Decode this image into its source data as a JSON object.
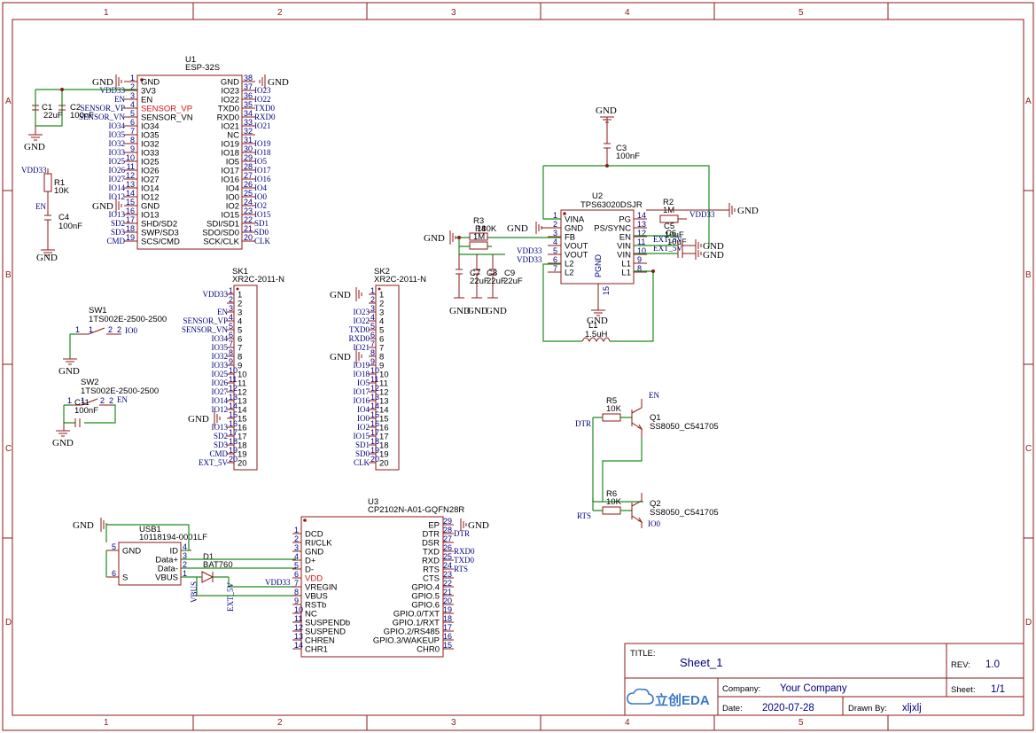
{
  "title_block": {
    "title_label": "TITLE:",
    "title": "Sheet_1",
    "rev_label": "REV:",
    "rev": "1.0",
    "company_label": "Company:",
    "company": "Your Company",
    "sheet_label": "Sheet:",
    "sheet": "1/1",
    "date_label": "Date:",
    "date": "2020-07-28",
    "drawn_label": "Drawn By:",
    "drawn_by": "xljxlj",
    "logo_text": "立创EDA"
  },
  "frame": {
    "cols": [
      "1",
      "2",
      "3",
      "4",
      "5"
    ],
    "rows": [
      "A",
      "B",
      "C",
      "D"
    ]
  },
  "gnd_label": "GND",
  "u1": {
    "ref": "U1",
    "value": "ESP-32S",
    "left_pins": [
      {
        "n": "1",
        "name": "GND",
        "net": ""
      },
      {
        "n": "2",
        "name": "3V3",
        "net": "VDD33"
      },
      {
        "n": "3",
        "name": "EN",
        "net": "EN"
      },
      {
        "n": "4",
        "name": "SENSOR_VP",
        "net": "SENSOR_VP"
      },
      {
        "n": "5",
        "name": "SENSOR_VN",
        "net": "SENSOR_VN"
      },
      {
        "n": "6",
        "name": "IO34",
        "net": "IO34"
      },
      {
        "n": "7",
        "name": "IO35",
        "net": "IO35"
      },
      {
        "n": "8",
        "name": "IO32",
        "net": "IO32"
      },
      {
        "n": "9",
        "name": "IO33",
        "net": "IO33"
      },
      {
        "n": "10",
        "name": "IO25",
        "net": "IO25"
      },
      {
        "n": "11",
        "name": "IO26",
        "net": "IO26"
      },
      {
        "n": "12",
        "name": "IO27",
        "net": "IO27"
      },
      {
        "n": "13",
        "name": "IO14",
        "net": "IO14"
      },
      {
        "n": "14",
        "name": "IO12",
        "net": "IO12"
      },
      {
        "n": "15",
        "name": "GND",
        "net": ""
      },
      {
        "n": "16",
        "name": "IO13",
        "net": "IO13"
      },
      {
        "n": "17",
        "name": "SHD/SD2",
        "net": "SD2"
      },
      {
        "n": "18",
        "name": "SWP/SD3",
        "net": "SD3"
      },
      {
        "n": "19",
        "name": "SCS/CMD",
        "net": "CMD"
      }
    ],
    "right_pins": [
      {
        "n": "38",
        "name": "GND",
        "net": ""
      },
      {
        "n": "37",
        "name": "IO23",
        "net": "IO23"
      },
      {
        "n": "36",
        "name": "IO22",
        "net": "IO22"
      },
      {
        "n": "35",
        "name": "TXD0",
        "net": "TXD0"
      },
      {
        "n": "34",
        "name": "RXD0",
        "net": "RXD0"
      },
      {
        "n": "33",
        "name": "IO21",
        "net": "IO21"
      },
      {
        "n": "32",
        "name": "NC",
        "net": ""
      },
      {
        "n": "31",
        "name": "IO19",
        "net": "IO19"
      },
      {
        "n": "30",
        "name": "IO18",
        "net": "IO18"
      },
      {
        "n": "29",
        "name": "IO5",
        "net": "IO5"
      },
      {
        "n": "28",
        "name": "IO17",
        "net": "IO17"
      },
      {
        "n": "27",
        "name": "IO16",
        "net": "IO16"
      },
      {
        "n": "26",
        "name": "IO4",
        "net": "IO4"
      },
      {
        "n": "25",
        "name": "IO0",
        "net": "IO0"
      },
      {
        "n": "24",
        "name": "IO2",
        "net": "IO2"
      },
      {
        "n": "23",
        "name": "IO15",
        "net": "IO15"
      },
      {
        "n": "22",
        "name": "SDI/SD1",
        "net": "SD1"
      },
      {
        "n": "21",
        "name": "SDO/SD0",
        "net": "SD0"
      },
      {
        "n": "20",
        "name": "SCK/CLK",
        "net": "CLK"
      }
    ]
  },
  "passives": {
    "c1": {
      "ref": "C1",
      "value": "22uF"
    },
    "c2": {
      "ref": "C2",
      "value": "100nF"
    },
    "r1": {
      "ref": "R1",
      "value": "10K"
    },
    "c4": {
      "ref": "C4",
      "value": "100nF"
    },
    "c3": {
      "ref": "C3",
      "value": "100nF"
    },
    "r3": {
      "ref": "R3",
      "value": "180K"
    },
    "r4": {
      "ref": "R4",
      "value": "1M"
    },
    "c7": {
      "ref": "C7",
      "value": "22uF"
    },
    "c8": {
      "ref": "C8",
      "value": "22uF"
    },
    "c9": {
      "ref": "C9",
      "value": "22uF"
    },
    "r2": {
      "ref": "R2",
      "value": "1M"
    },
    "c5": {
      "ref": "C5",
      "value": "10uF"
    },
    "c6": {
      "ref": "C6",
      "value": "10uF"
    },
    "l1": {
      "ref": "L1",
      "value": "1.5uH"
    },
    "c11": {
      "ref": "C11",
      "value": "100nF"
    },
    "r5": {
      "ref": "R5",
      "value": "10K"
    },
    "r6": {
      "ref": "R6",
      "value": "10K"
    }
  },
  "nets": {
    "vdd33": "VDD33",
    "en": "EN",
    "ext5v": "EXT_5V",
    "vbus": "VBUS",
    "dtr": "DTR",
    "rts": "RTS",
    "io0": "IO0",
    "cmd": "CMD",
    "clk": "CLK"
  },
  "u2": {
    "ref": "U2",
    "value": "TPS63020DSJR",
    "left_pins": [
      {
        "n": "1",
        "name": "VINA"
      },
      {
        "n": "2",
        "name": "GND"
      },
      {
        "n": "3",
        "name": "FB"
      },
      {
        "n": "4",
        "name": "VOUT"
      },
      {
        "n": "5",
        "name": "VOUT"
      },
      {
        "n": "6",
        "name": "L2"
      },
      {
        "n": "7",
        "name": "L2"
      }
    ],
    "right_pins": [
      {
        "n": "14",
        "name": "PG"
      },
      {
        "n": "13",
        "name": "PS/SYNC"
      },
      {
        "n": "12",
        "name": "EN"
      },
      {
        "n": "11",
        "name": "VIN"
      },
      {
        "n": "10",
        "name": "VIN"
      },
      {
        "n": "9",
        "name": "L1"
      },
      {
        "n": "8",
        "name": "L1"
      }
    ],
    "bottom_pin": {
      "n": "15",
      "name": "PGND"
    }
  },
  "sk1": {
    "ref": "SK1",
    "value": "XR2C-2011-N",
    "nets": [
      "",
      "VDD33",
      "",
      "EN",
      "SENSOR_VP",
      "SENSOR_VN",
      "IO34",
      "IO35",
      "IO32",
      "IO33",
      "IO25",
      "IO26",
      "IO27",
      "IO14",
      "IO12",
      "",
      "IO13",
      "SD2",
      "SD3",
      "CMD",
      "EXT_5V"
    ]
  },
  "sk2": {
    "ref": "SK2",
    "value": "XR2C-2011-N",
    "nets": [
      "",
      "",
      "",
      "IO23",
      "IO22",
      "TXD0",
      "RXD0",
      "IO21",
      "",
      "IO19",
      "IO18",
      "IO5",
      "IO17",
      "IO16",
      "IO4",
      "IO0",
      "IO2",
      "IO15",
      "SD1",
      "SD0",
      "CLK"
    ]
  },
  "sw1": {
    "ref": "SW1",
    "value": "1TS002E-2500-2500",
    "net": "IO0"
  },
  "sw2": {
    "ref": "SW2",
    "value": "1TS002E-2500-2500",
    "net": "EN"
  },
  "usb1": {
    "ref": "USB1",
    "value": "10118194-0001LF",
    "pins": [
      {
        "n": "5",
        "name": "GND"
      },
      {
        "n": "4",
        "name": "ID"
      },
      {
        "n": "3",
        "name": "Data+"
      },
      {
        "n": "2",
        "name": "Data-"
      },
      {
        "n": "1",
        "name": "VBUS"
      },
      {
        "n": "6",
        "name": "S"
      }
    ]
  },
  "d1": {
    "ref": "D1",
    "value": "BAT760"
  },
  "u3": {
    "ref": "U3",
    "value": "CP2102N-A01-GQFN28R",
    "left_pins": [
      {
        "n": "1",
        "name": "DCD"
      },
      {
        "n": "2",
        "name": "RI/CLK"
      },
      {
        "n": "3",
        "name": "GND"
      },
      {
        "n": "4",
        "name": "D+"
      },
      {
        "n": "5",
        "name": "D-"
      },
      {
        "n": "6",
        "name": "VDD"
      },
      {
        "n": "7",
        "name": "VREGIN"
      },
      {
        "n": "8",
        "name": "VBUS"
      },
      {
        "n": "9",
        "name": "RSTb"
      },
      {
        "n": "10",
        "name": "NC"
      },
      {
        "n": "11",
        "name": "SUSPENDb"
      },
      {
        "n": "12",
        "name": "SUSPEND"
      },
      {
        "n": "13",
        "name": "CHREN"
      },
      {
        "n": "14",
        "name": "CHR1"
      }
    ],
    "right_pins": [
      {
        "n": "29",
        "name": "EP"
      },
      {
        "n": "28",
        "name": "DTR"
      },
      {
        "n": "27",
        "name": "DSR"
      },
      {
        "n": "26",
        "name": "TXD"
      },
      {
        "n": "25",
        "name": "RXD"
      },
      {
        "n": "24",
        "name": "RTS"
      },
      {
        "n": "23",
        "name": "CTS"
      },
      {
        "n": "22",
        "name": "GPIO.4"
      },
      {
        "n": "21",
        "name": "GPIO.5"
      },
      {
        "n": "20",
        "name": "GPIO.6"
      },
      {
        "n": "19",
        "name": "GPIO.0/TXT"
      },
      {
        "n": "18",
        "name": "GPIO.1/RXT"
      },
      {
        "n": "17",
        "name": "GPIO.2/RS485"
      },
      {
        "n": "16",
        "name": "GPIO.3/WAKEUP"
      },
      {
        "n": "15",
        "name": "CHR0"
      }
    ]
  },
  "q1": {
    "ref": "Q1",
    "value": "SS8050_C541705"
  },
  "q2": {
    "ref": "Q2",
    "value": "SS8050_C541705"
  }
}
